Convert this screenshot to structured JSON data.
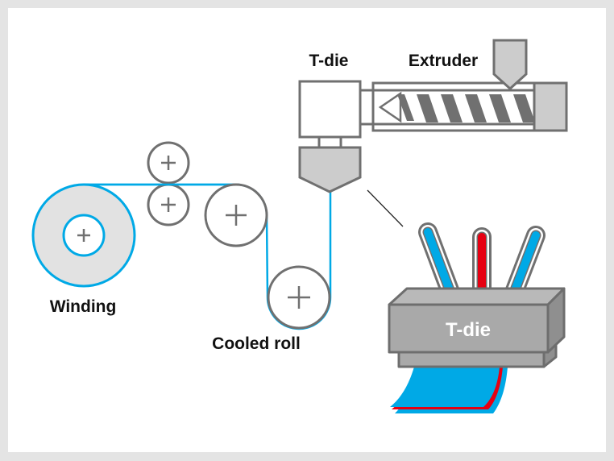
{
  "title": "T-die film extrusion process",
  "labels": {
    "t_die": "T-die",
    "extruder": "Extruder",
    "winding": "Winding",
    "cooled_roll": "Cooled roll",
    "t_die_detail": "T-die"
  },
  "colors": {
    "film_blue": "#00a9e6",
    "film_red": "#e60012",
    "machine_stroke": "#707070",
    "machine_fill": "#cccccc",
    "die_front": "#a9a9a9",
    "die_top": "#b9b9b9",
    "die_side": "#8f8f8f",
    "screw": "#707070",
    "winding_fill": "#e2e2e2",
    "frame": "#e4e4e4",
    "background": "#ffffff"
  },
  "components": [
    {
      "id": "t-die",
      "label_ref": "t_die"
    },
    {
      "id": "extruder",
      "label_ref": "extruder"
    },
    {
      "id": "hopper"
    },
    {
      "id": "nip-rollers",
      "count": 2
    },
    {
      "id": "guide-roller"
    },
    {
      "id": "cooled-roll",
      "label_ref": "cooled_roll"
    },
    {
      "id": "winding-roll",
      "label_ref": "winding"
    },
    {
      "id": "t-die-detail",
      "label_ref": "t_die_detail",
      "feed_channels": [
        "blue",
        "red",
        "blue"
      ]
    }
  ]
}
